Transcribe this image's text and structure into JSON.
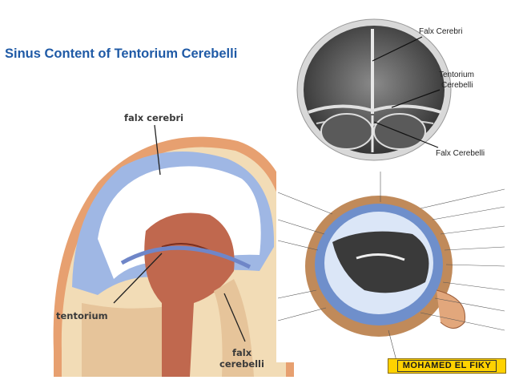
{
  "slide": {
    "title": "Sinus Content of Tentorium Cerebelli"
  },
  "skull_figure": {
    "labels": {
      "falx_cerebri": "Falx Cerebri",
      "tentorium_line1": "Tentorium",
      "tentorium_line2": "Cerebelli",
      "falx_cerebelli": "Falx Cerebelli"
    }
  },
  "brain_figure": {
    "labels": {
      "falx_cerebri": "falx cerebri",
      "tentorium": "tentorium",
      "falx_line1": "falx",
      "falx_line2": "cerebelli"
    }
  },
  "credit": {
    "text": "MOHAMED EL FIKY"
  },
  "colors": {
    "title": "#1f5aa6",
    "badge": "#ffd200",
    "dura": "#9fb7e4",
    "tissue": "#c0684e"
  }
}
